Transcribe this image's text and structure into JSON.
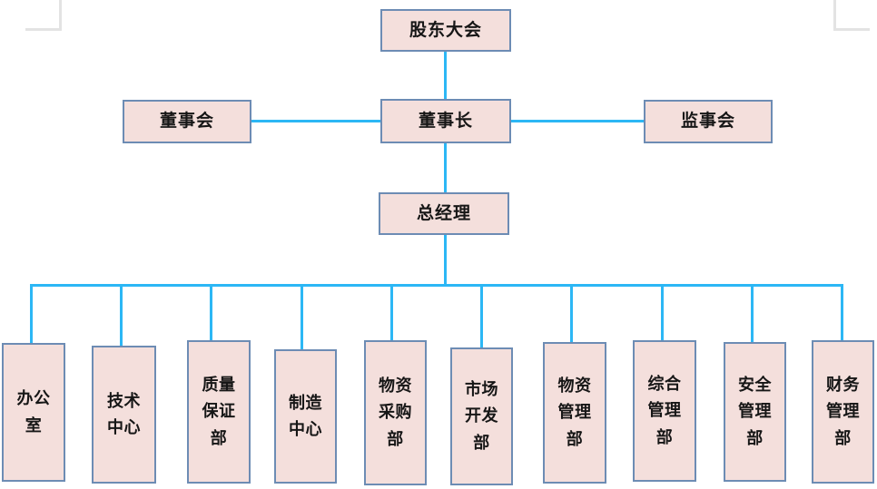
{
  "chart": {
    "type": "org-chart",
    "title": "",
    "palette": {
      "box_fill": "#f4dfdc",
      "box_border": "#6d8cb4",
      "connector": "#2cb7f5",
      "text": "#161616",
      "background": "#ffffff",
      "crop_mark": "#e3e3e3"
    },
    "levels": [
      {
        "level": 1,
        "nodes": [
          {
            "id": "shareholders",
            "label": "股东大会"
          }
        ]
      },
      {
        "level": 2,
        "nodes": [
          {
            "id": "board",
            "label": "董事会"
          },
          {
            "id": "chairman",
            "label": "董事长"
          },
          {
            "id": "supervisors",
            "label": "监事会"
          }
        ]
      },
      {
        "level": 3,
        "nodes": [
          {
            "id": "general-manager",
            "label": "总经理"
          }
        ]
      },
      {
        "level": 4,
        "nodes": [
          {
            "id": "office",
            "label": "办公\n室"
          },
          {
            "id": "tech-center",
            "label": "技术\n中心"
          },
          {
            "id": "quality-assurance",
            "label": "质量\n保证\n部"
          },
          {
            "id": "manufacturing-center",
            "label": "制造\n中心"
          },
          {
            "id": "material-procurement",
            "label": "物资\n采购\n部"
          },
          {
            "id": "market-development",
            "label": "市场\n开发\n部"
          },
          {
            "id": "material-management",
            "label": "物资\n管理\n部"
          },
          {
            "id": "general-management",
            "label": "综合\n管理\n部"
          },
          {
            "id": "safety-management",
            "label": "安全\n管理\n部"
          },
          {
            "id": "finance-management",
            "label": "财务\n管理\n部"
          }
        ]
      }
    ],
    "edges": [
      {
        "from": "shareholders",
        "to": "chairman"
      },
      {
        "from": "chairman",
        "to": "board"
      },
      {
        "from": "chairman",
        "to": "supervisors"
      },
      {
        "from": "chairman",
        "to": "general-manager"
      },
      {
        "from": "general-manager",
        "to": "office"
      },
      {
        "from": "general-manager",
        "to": "tech-center"
      },
      {
        "from": "general-manager",
        "to": "quality-assurance"
      },
      {
        "from": "general-manager",
        "to": "manufacturing-center"
      },
      {
        "from": "general-manager",
        "to": "material-procurement"
      },
      {
        "from": "general-manager",
        "to": "market-development"
      },
      {
        "from": "general-manager",
        "to": "material-management"
      },
      {
        "from": "general-manager",
        "to": "general-management"
      },
      {
        "from": "general-manager",
        "to": "safety-management"
      },
      {
        "from": "general-manager",
        "to": "finance-management"
      }
    ]
  }
}
